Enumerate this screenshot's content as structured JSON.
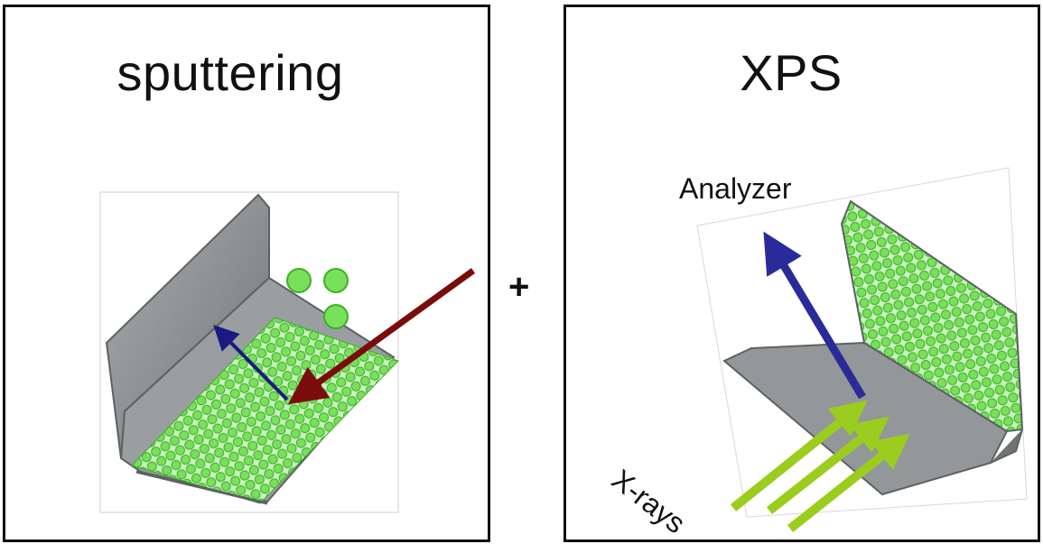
{
  "left_panel": {
    "title": "sputtering"
  },
  "right_panel": {
    "title": "XPS",
    "analyzer_label": "Analyzer",
    "xrays_label": "X-rays"
  },
  "operator": "+",
  "colors": {
    "atoms": "#78e05a",
    "atom_outline": "#3fae2b",
    "incoming_ion_arrow": "#7a0c0c",
    "outgoing_arrow": "#1a1a80",
    "xray_arrow": "#9acd1e",
    "metal": "#8f9395"
  },
  "icons": [
    "l-bracket-sample-icon",
    "sputtered-atom-icon",
    "ion-beam-arrow-icon",
    "analyzer-arrow-icon",
    "xray-arrow-icon"
  ]
}
